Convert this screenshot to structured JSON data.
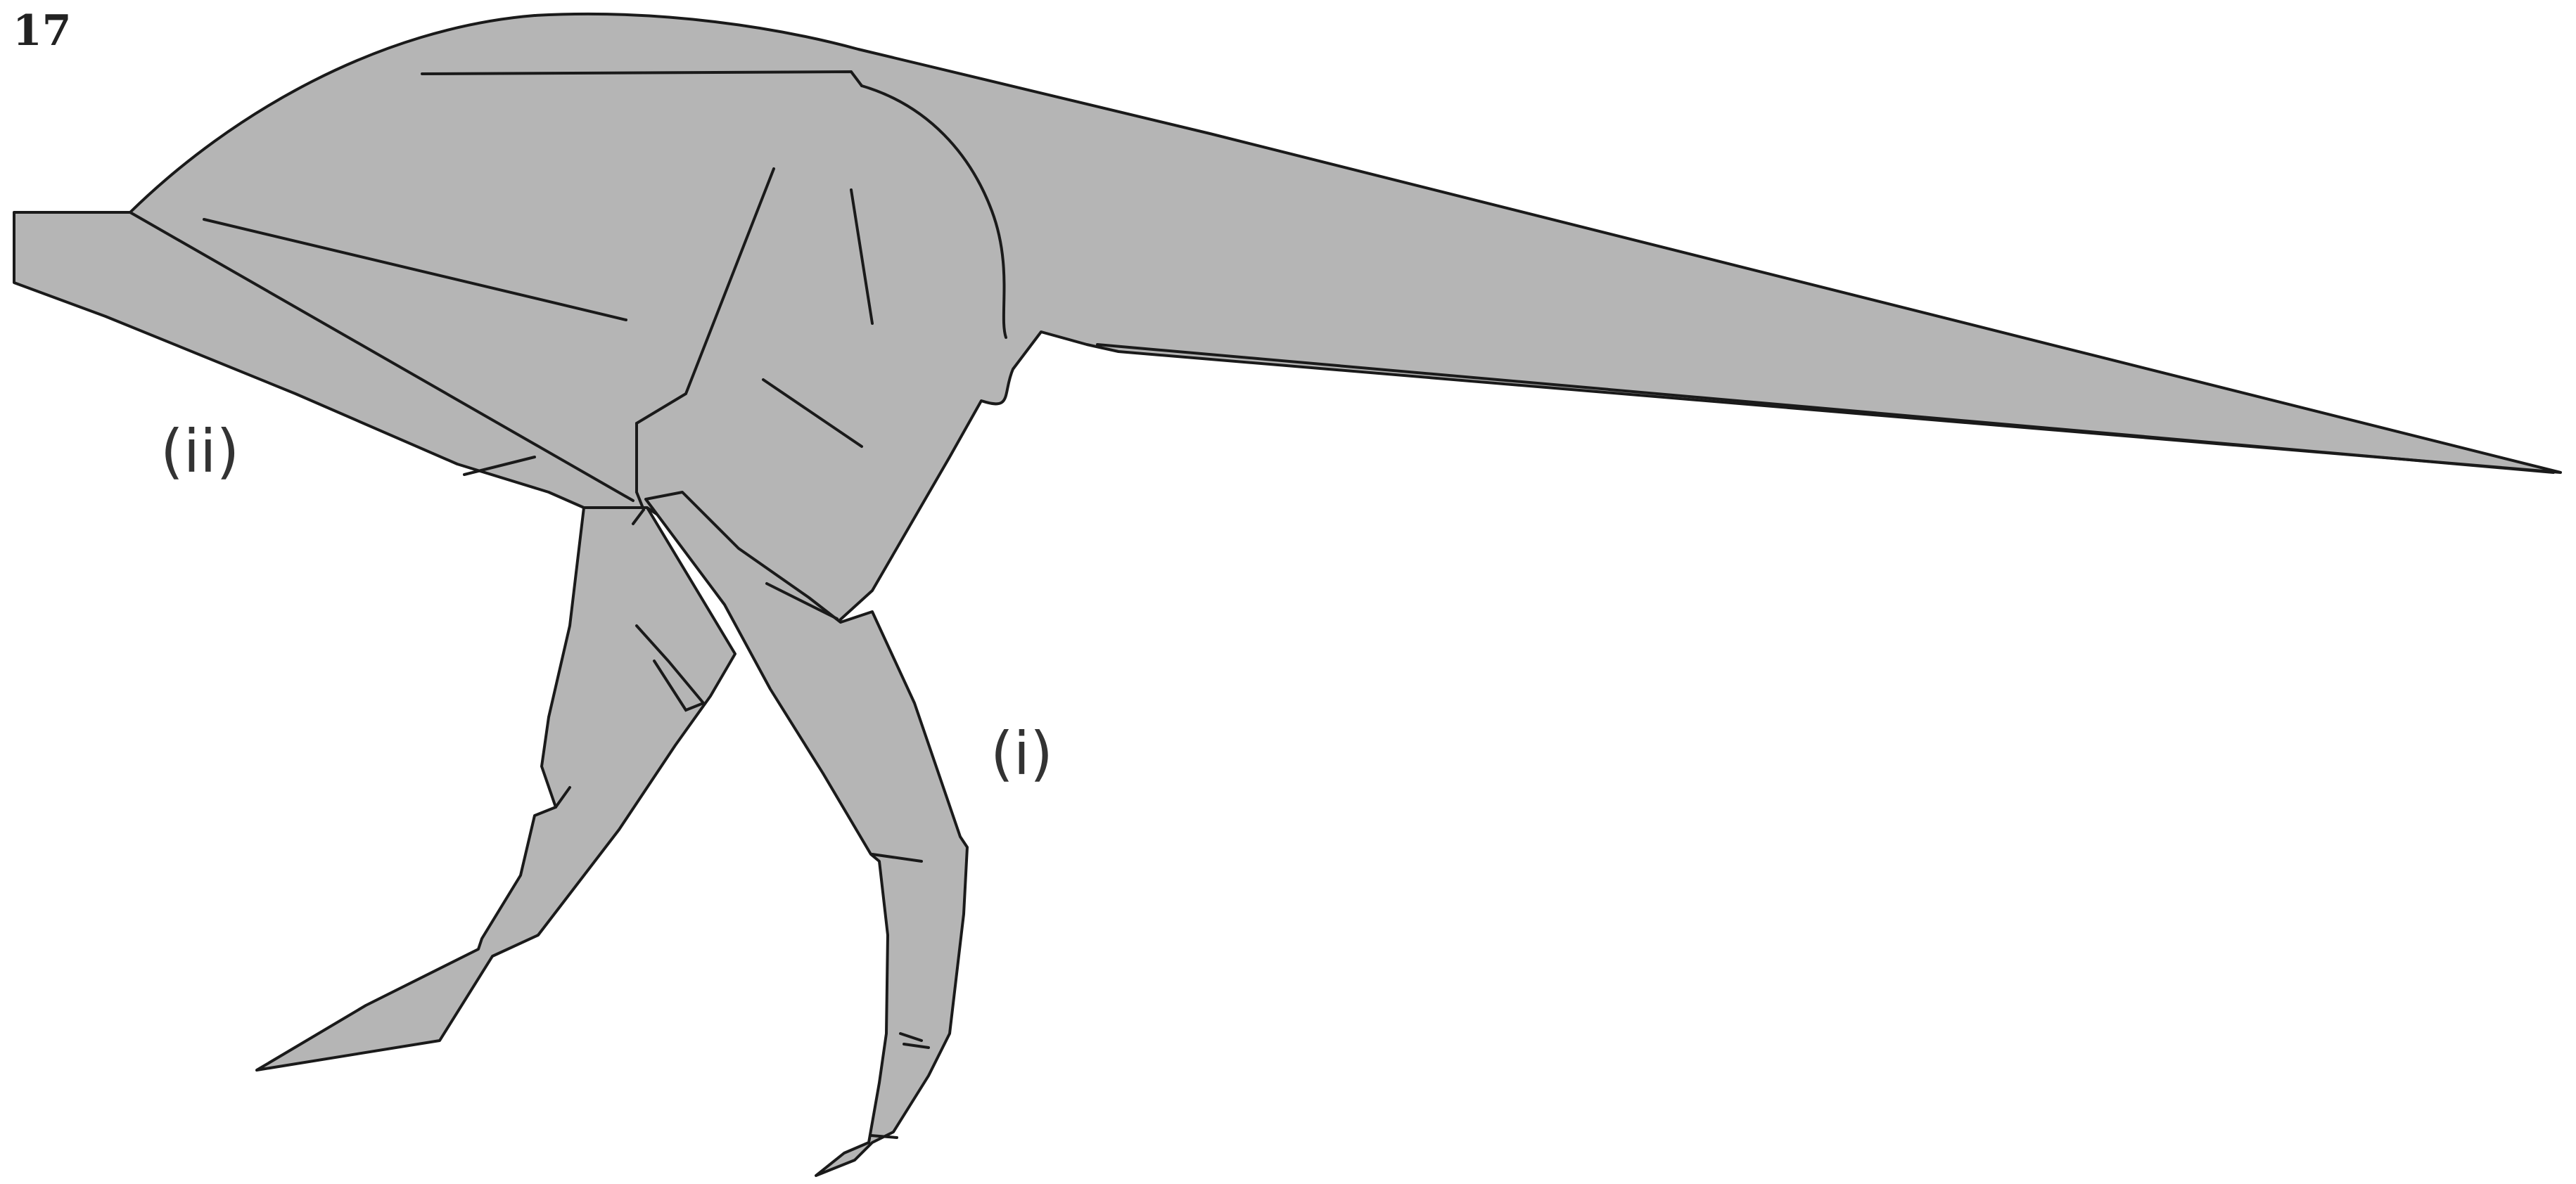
{
  "step": {
    "number": "17"
  },
  "labels": {
    "i": "(i)",
    "ii": "(ii)"
  },
  "figure": {
    "paper_color": "#b5b5b5",
    "outline_color": "#1a1a1a"
  }
}
